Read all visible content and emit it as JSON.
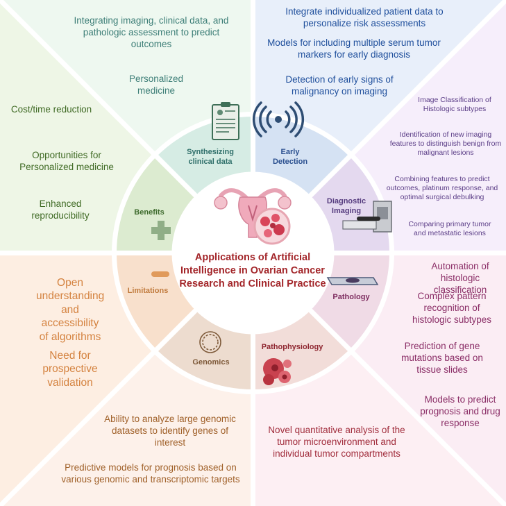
{
  "center": {
    "title": "Applications of Artificial Intelligence in Ovarian Cancer Research and Clinical Practice"
  },
  "segments": {
    "synthesizing": "Synthesizing clinical data",
    "early_detection": "Early Detection",
    "diagnostic_imaging": "Diagnostic Imaging",
    "pathology": "Pathology",
    "pathophysiology": "Pathophysiology",
    "genomics": "Genomics",
    "limitations": "Limitations",
    "benefits": "Benefits"
  },
  "outer": {
    "synthesizing": {
      "top": "Integrating  imaging, clinical data, and pathologic assessment to predict outcomes",
      "bottom": "Personalized medicine"
    },
    "early_detection": {
      "t1": "Integrate individualized patient data to personalize risk assessments",
      "t2": "Models for including multiple serum tumor markers for early diagnosis",
      "t3": "Detection of early signs of malignancy on imaging"
    },
    "imaging": {
      "t1": "Image Classification of Histologic subtypes",
      "t2": "Identification of new imaging features to distinguish benign from malignant lesions",
      "t3": "Combining features to predict outcomes, platinum response, and optimal surgical debulking",
      "t4": "Comparing primary tumor and metastatic lesions"
    },
    "pathology": {
      "t1": "Automation of histologic classification",
      "t2": "Complex pattern recognition of histologic subtypes",
      "t3": "Prediction of gene mutations based on tissue slides",
      "t4": "Models to predict prognosis and drug response"
    },
    "pathophysiology": {
      "t1": "Novel quantitative analysis of the tumor microenvironment and individual tumor compartments"
    },
    "genomics": {
      "t1": "Ability to analyze large genomic datasets to identify genes of interest",
      "t2": "Predictive models for prognosis based on various genomic and transcriptomic targets"
    },
    "limitations": {
      "t1": "Open understanding and accessibility of algorithms",
      "t2": "Need for prospective validation"
    },
    "benefits": {
      "t1": "Cost/time reduction",
      "t2": "Opportunities for Personalized medicine",
      "t3": "Enhanced reproducibility"
    }
  },
  "colors": {
    "synth_outer": "#eef8f0",
    "synth_inner": "#d6ece4",
    "synth_text": "#3d7e77",
    "synth_label": "#2f6f6a",
    "early_outer": "#e8effa",
    "early_inner": "#d5e2f3",
    "early_text": "#1f4f9c",
    "early_label": "#2a4f8f",
    "imaging_outer": "#f6eefb",
    "imaging_inner": "#e4d9ef",
    "imaging_text": "#5a3c86",
    "imaging_label": "#553b7e",
    "path_outer": "#fbedf4",
    "path_inner": "#f0dbe6",
    "path_text": "#8a2d66",
    "path_label": "#7d2c5f",
    "patho_outer": "#fdeff3",
    "patho_inner": "#f2ddd9",
    "patho_text": "#a12d3c",
    "patho_label": "#8f2731",
    "genomics_outer": "#fdf1ea",
    "genomics_inner": "#eddccf",
    "genomics_text": "#a0612a",
    "genomics_label": "#7e5a3a",
    "limit_outer": "#fdeee2",
    "limit_inner": "#f8e0cc",
    "limit_text": "#d4823f",
    "limit_label": "#c07a3c",
    "benefit_outer": "#eef6e6",
    "benefit_inner": "#dcebd0",
    "benefit_text": "#3f6a24",
    "benefit_label": "#3d6a2c",
    "center_text": "#a3262a"
  }
}
